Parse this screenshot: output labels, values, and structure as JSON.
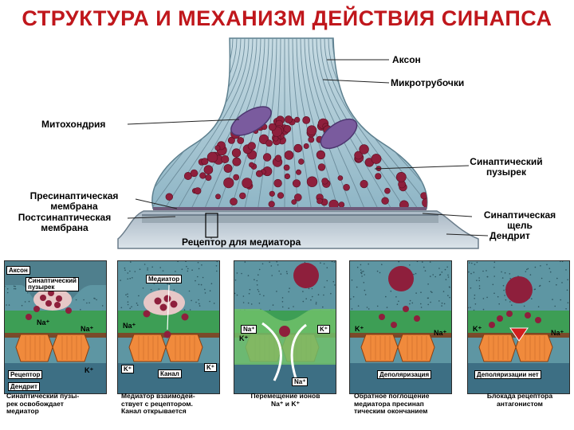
{
  "title": "СТРУКТУРА И МЕХАНИЗМ ДЕЙСТВИЯ СИНАПСА",
  "labels": {
    "axon": "Аксон",
    "microtubules": "Микротрубочки",
    "mitochondria": "Митохондрия",
    "vesicle_1": "Синаптический",
    "vesicle_2": "пузырек",
    "presyn_1": "Пресинаптическая",
    "presyn_2": "мембрана",
    "postsyn_1": "Постсинаптическая",
    "postsyn_2": "мембрана",
    "cleft_1": "Синаптическая",
    "cleft_2": "щель",
    "dendrite": "Дендрит",
    "receptor": "Рецептор для медиатора"
  },
  "panels": [
    {
      "tags": [
        "Аксон",
        "Синаптический",
        "пузырек",
        "Рецептор",
        "Дендрит"
      ],
      "ions": [
        "Na⁺",
        "Na⁺",
        "K⁺"
      ],
      "caption": [
        "Синаптический пузы-",
        "рек освобождает",
        "медиатор"
      ]
    },
    {
      "tags": [
        "Медиатор",
        "Канал"
      ],
      "ions": [
        "Na⁺",
        "K⁺",
        "K⁺"
      ],
      "caption": [
        "Медиатор взаимодей-",
        "ствует с рецептором.",
        "Канал открывается"
      ]
    },
    {
      "tags": [],
      "ions": [
        "Na⁺",
        "K⁺",
        "K⁺",
        "Na⁺"
      ],
      "caption": [
        "Перемещение ионов",
        "Na⁺ и K⁺"
      ]
    },
    {
      "tags": [
        "Деполяризация"
      ],
      "ions": [
        "K⁺",
        "Na⁺"
      ],
      "caption": [
        "Обратное поглощение",
        "медиатора пресинап",
        "тическим окончанием"
      ]
    },
    {
      "tags": [
        "Деполяризации нет"
      ],
      "ions": [
        "K⁺",
        "Na⁺"
      ],
      "caption": [
        "Блокада рецептора",
        "антагонистом"
      ]
    }
  ],
  "colors": {
    "title": "#c0171c",
    "terminal": "#9fc0cf",
    "vesicle": "#8e1f3c",
    "mitochondria": "#7a5b9e",
    "dendrite": "#b7c7d2",
    "receptor": "#f08a3c",
    "panel_bg": "#5e96a3",
    "cleft_green": "#3d9e55"
  }
}
